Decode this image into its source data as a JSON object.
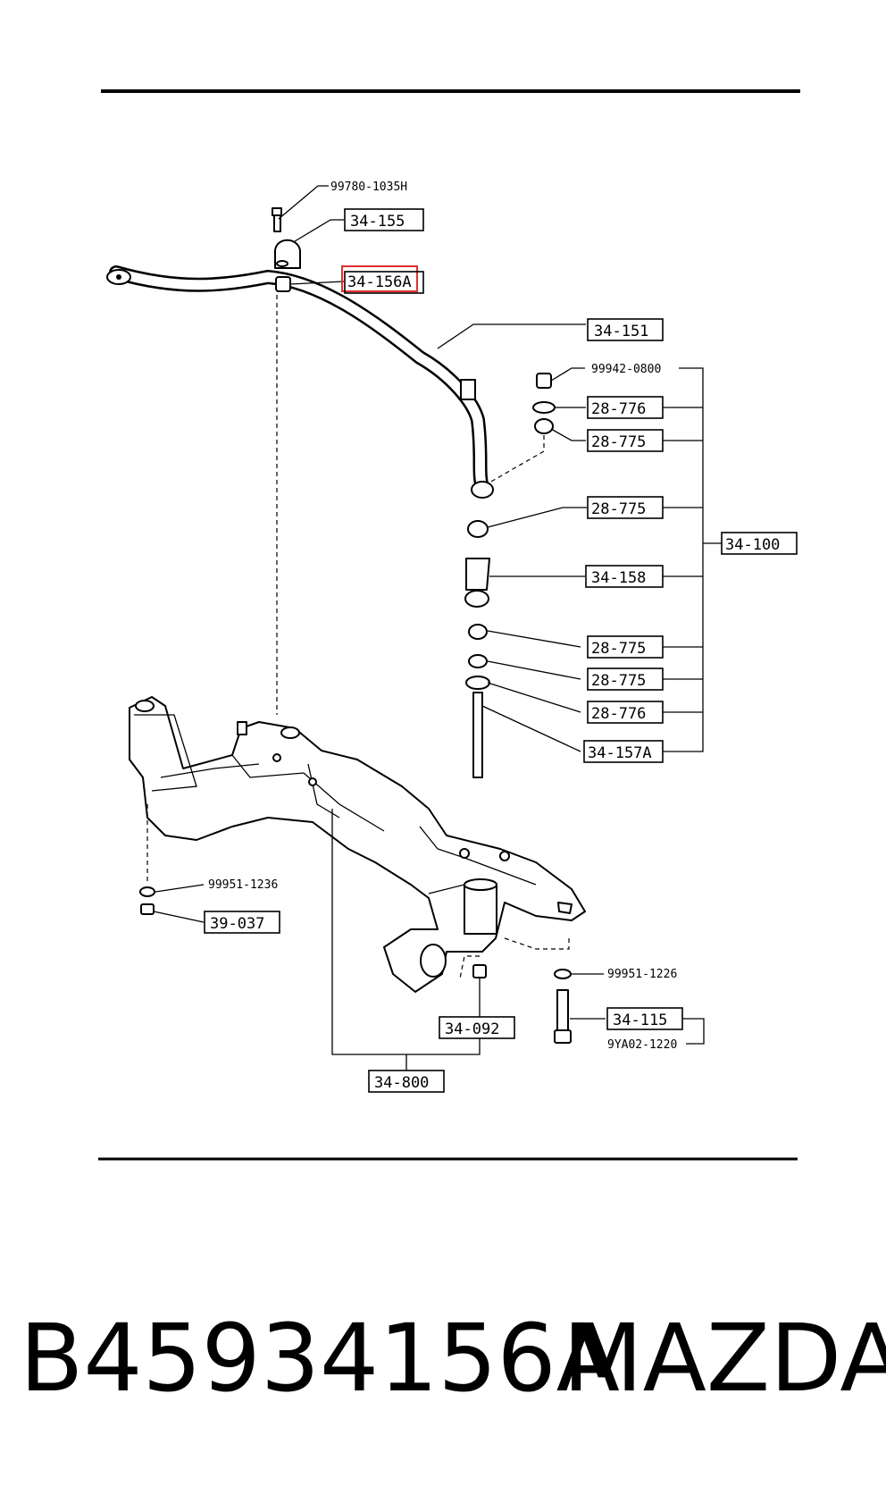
{
  "labels": {
    "bolt_top": "99780-1035H",
    "bracket": "34-155",
    "bushing": "34-156A",
    "stabilizer_bar": "34-151",
    "nut": "99942-0800",
    "washer_top": "28-776",
    "bush_a": "28-775",
    "bush_b": "28-775",
    "link_kit": "34-100",
    "spacer": "34-158",
    "bush_c": "28-775",
    "bush_d": "28-775",
    "washer_bottom": "28-776",
    "link_bolt": "34-157A",
    "washer_left": "99951-1236",
    "nut_left": "39-037",
    "bushing_mount": "34-092",
    "crossmember": "34-800",
    "washer_right": "99951-1226",
    "bolt_right": "34-115",
    "bolt_right_alt": "9YA02-1220"
  },
  "highlight": {
    "color": "#e03030",
    "target": "34-156A"
  },
  "caption": {
    "part_number": "B45934156A",
    "brand": "MAZDA"
  }
}
